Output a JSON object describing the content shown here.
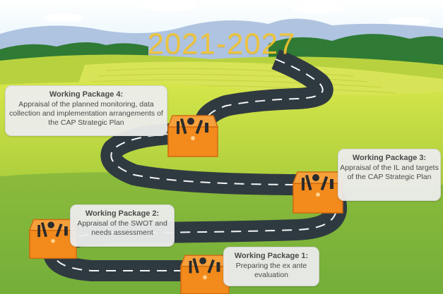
{
  "title": "2021-2027",
  "packages": [
    {
      "id": "wp1",
      "heading": "Working Package 1:",
      "body": "Preparing the ex ante evaluation"
    },
    {
      "id": "wp2",
      "heading": "Working Package 2:",
      "body": "Appraisal of the SWOT and needs assessment"
    },
    {
      "id": "wp3",
      "heading": "Working Package 3:",
      "body": "Appraisal of the IL and targets of the CAP Strategic Plan"
    },
    {
      "id": "wp4",
      "heading": "Working Package 4:",
      "body": "Appraisal of the planned monitoring, data collection and implementation arrangements of the CAP Strategic Plan"
    }
  ],
  "colors": {
    "sky": "#dff1fb",
    "field_light": "#c9dd45",
    "field_dark": "#7fb539",
    "road": "#2f3a40",
    "road_stripe": "#ffffff",
    "toolbox": "#f28a1c",
    "title": "#f4c430"
  },
  "icons": [
    "toolbox-icon",
    "road-icon",
    "tree-icon",
    "mountain-icon"
  ]
}
